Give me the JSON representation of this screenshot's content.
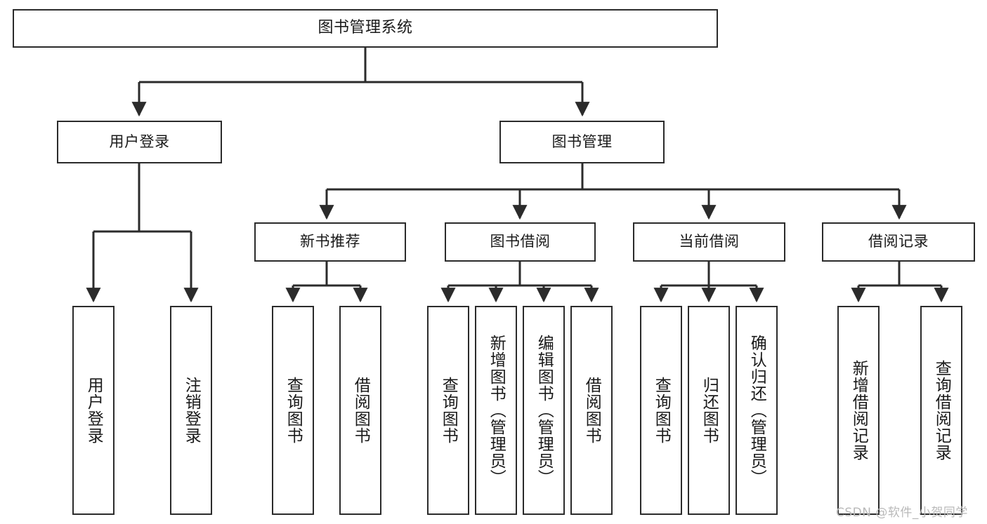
{
  "diagram": {
    "type": "hierarchy-tree",
    "title": "图书管理系统",
    "watermark": "CSDN @软件_小贺同学",
    "colors": {
      "stroke": "#2b2b2b",
      "background": "#ffffff",
      "text": "#1a1a1a",
      "watermark": "#b9b9b9"
    },
    "nodes": {
      "root": {
        "label": "图书管理系统"
      },
      "level2": [
        {
          "label": "用户登录"
        },
        {
          "label": "图书管理"
        }
      ],
      "level3": [
        {
          "label": "新书推荐"
        },
        {
          "label": "图书借阅"
        },
        {
          "label": "当前借阅"
        },
        {
          "label": "借阅记录"
        }
      ],
      "leaves_user_login": [
        {
          "label": "用户登录"
        },
        {
          "label": "注销登录"
        }
      ],
      "leaves_new_books": [
        {
          "label": "查询图书"
        },
        {
          "label": "借阅图书"
        }
      ],
      "leaves_borrow": [
        {
          "label": "查询图书"
        },
        {
          "label": "新增图书（管理员）"
        },
        {
          "label": "编辑图书（管理员）"
        },
        {
          "label": "借阅图书"
        }
      ],
      "leaves_current": [
        {
          "label": "查询图书"
        },
        {
          "label": "归还图书"
        },
        {
          "label": "确认归还（管理员）"
        }
      ],
      "leaves_records": [
        {
          "label": "新增借阅记录"
        },
        {
          "label": "查询借阅记录"
        }
      ]
    }
  }
}
